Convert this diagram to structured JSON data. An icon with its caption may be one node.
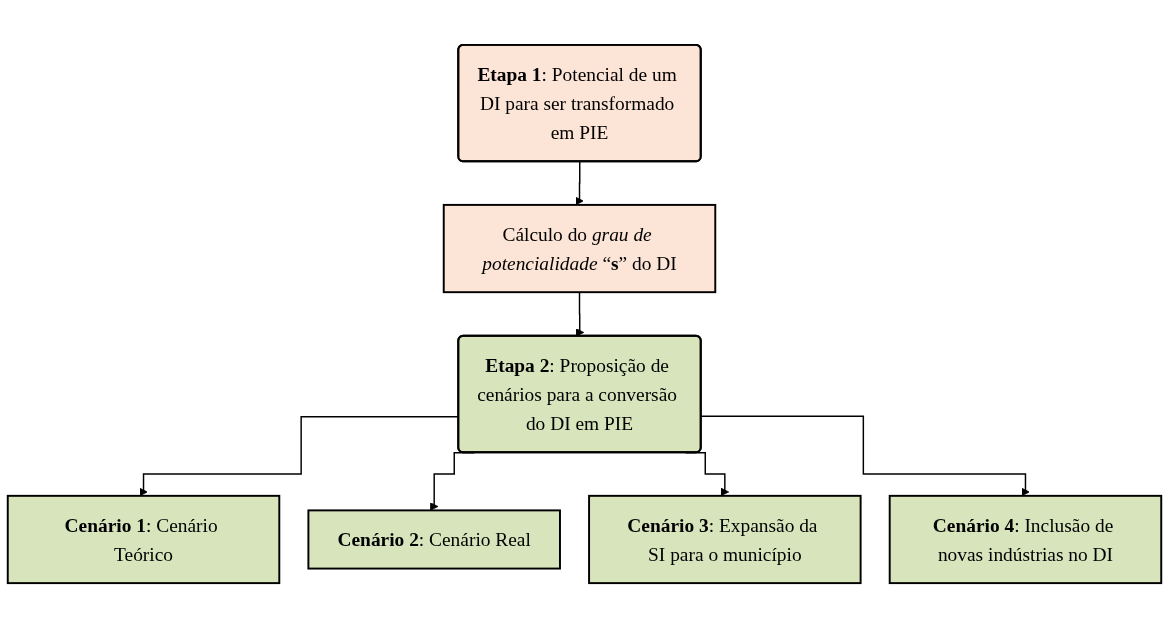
{
  "diagram": {
    "nodes": [
      {
        "text": [
          "**Etapa 1**: Potencial de um DI para ser transformado em PIE"
        ]
      },
      {
        "text": [
          "Cálculo do *grau de potencialidade* “**s**” do DI"
        ]
      },
      {
        "text": [
          "**Etapa 2**: Proposição de cenários para a conversão do DI em PIE"
        ]
      },
      {
        "text": [
          "**Cenário 1**: Cenário Teórico"
        ]
      },
      {
        "text": [
          "**Cenário 2**: Cenário Real"
        ]
      },
      {
        "text": [
          "**Cenário 3**: Expansão da SI para o município"
        ]
      },
      {
        "text": [
          "**Cenário 4**: Inclusão de novas indústrias no DI"
        ]
      }
    ],
    "edges": [
      {
        "from": 0,
        "to": 1,
        "arrow": "to"
      },
      {
        "from": 1,
        "to": 2,
        "arrow": "to"
      },
      {
        "from": 2,
        "to": 3,
        "arrow": "to"
      },
      {
        "from": 2,
        "to": 4,
        "arrow": "to"
      },
      {
        "from": 2,
        "to": 5,
        "arrow": "to"
      },
      {
        "from": 2,
        "to": 6,
        "arrow": "to"
      }
    ]
  }
}
